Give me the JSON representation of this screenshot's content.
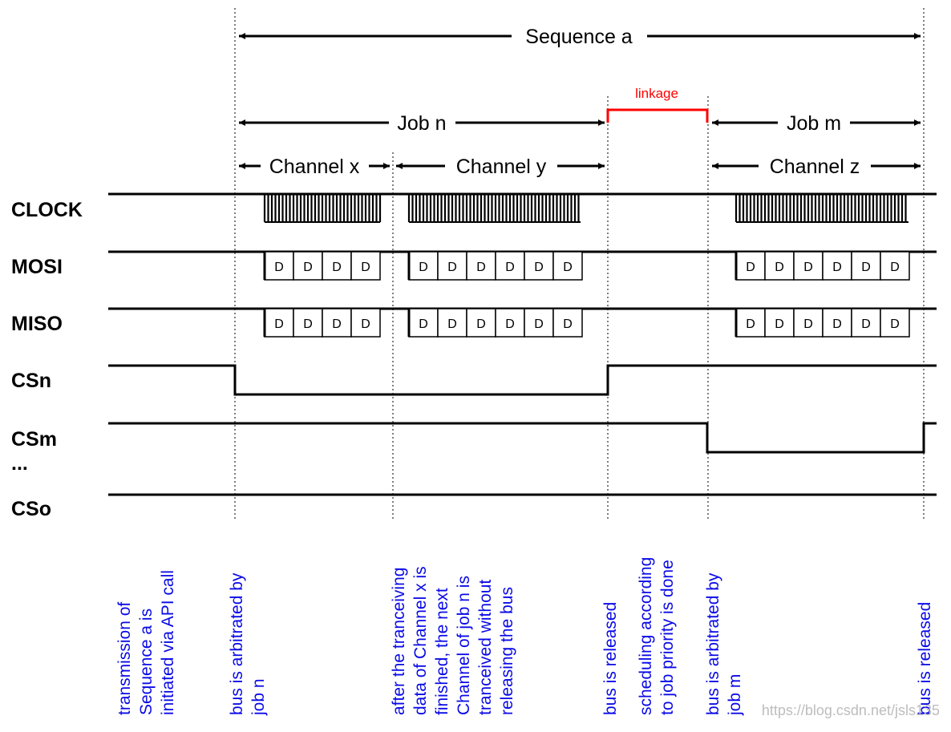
{
  "spans": {
    "sequence": "Sequence a",
    "job_n": "Job n",
    "job_m": "Job m",
    "linkage": "linkage",
    "channel_x": "Channel x",
    "channel_y": "Channel y",
    "channel_z": "Channel z"
  },
  "signals": {
    "clock": "CLOCK",
    "mosi": "MOSI",
    "miso": "MISO",
    "csn": "CSn",
    "csm": "CSm",
    "ellipsis": "...",
    "cso": "CSo"
  },
  "data_cell": "D",
  "frames": {
    "channel_x_cells": 4,
    "channel_y_cells": 6,
    "channel_z_cells": 6
  },
  "annotations": {
    "a1": [
      "transmission of",
      "Sequence a is",
      "initiated via API call"
    ],
    "a2": [
      "bus is arbitrated by",
      "job n"
    ],
    "a3": [
      "after the tranceiving",
      "data of Channel x is",
      "finished, the next",
      "Channel of job n is",
      "tranceived without",
      "releasing the bus"
    ],
    "a4": [
      "bus is released"
    ],
    "a5": [
      "scheduling according",
      "to job priority is done"
    ],
    "a6": [
      "bus is arbitrated by",
      "job m"
    ],
    "a7": [
      "bus is released"
    ]
  },
  "watermark": "https://blog.csdn.net/jsls135",
  "colors": {
    "annotation": "#0a0ae6",
    "linkage": "#ff0000",
    "line": "#000000",
    "watermark": "#bdbdbd"
  }
}
